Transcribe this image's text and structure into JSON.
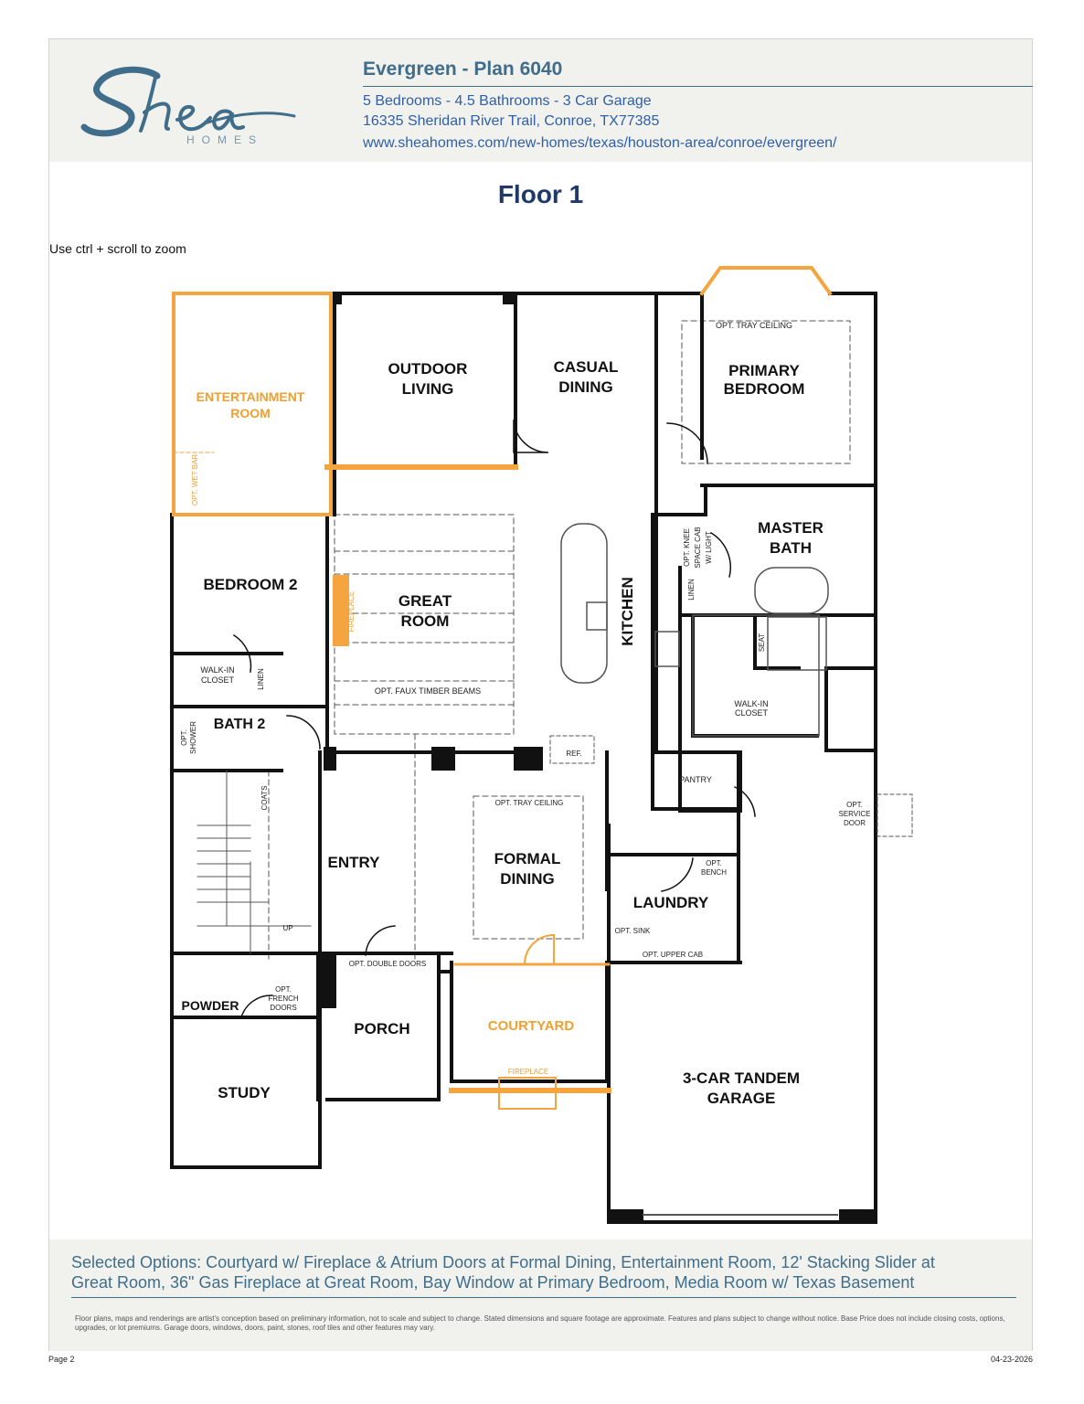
{
  "brand": {
    "name": "Shea",
    "sub": "HOMES",
    "color": "#3f6d8a"
  },
  "header": {
    "title": "Evergreen - Plan 6040",
    "specs": "5 Bedrooms - 4.5 Bathrooms - 3 Car Garage",
    "address": "16335 Sheridan River Trail, Conroe, TX77385",
    "url": "www.sheahomes.com/new-homes/texas/houston-area/conroe/evergreen/"
  },
  "floor_title": "Floor 1",
  "zoom_hint": "Use ctrl + scroll to zoom",
  "plan": {
    "colors": {
      "wall": "#111111",
      "option": "#f4a540",
      "option_text": "#f0a030"
    },
    "rooms": {
      "entertainment_1": "ENTERTAINMENT",
      "entertainment_2": "ROOM",
      "opt_wet_bar": "OPT. WET BAR",
      "outdoor_1": "OUTDOOR",
      "outdoor_2": "LIVING",
      "casual_1": "CASUAL",
      "casual_2": "DINING",
      "primary_1": "PRIMARY",
      "primary_2": "BEDROOM",
      "opt_tray_ceiling_primary": "OPT. TRAY CEILING",
      "bedroom2": "BEDROOM 2",
      "great_1": "GREAT",
      "great_2": "ROOM",
      "fireplace_great": "FIREPLACE",
      "faux_beams": "OPT. FAUX TIMBER BEAMS",
      "kitchen": "KITCHEN",
      "master_1": "MASTER",
      "master_2": "BATH",
      "knee_1": "OPT. KNEE",
      "knee_2": "SPACE CAB",
      "knee_3": "W/ LIGHT",
      "linen_master": "LINEN",
      "seat": "SEAT",
      "walkin_master_1": "WALK-IN",
      "walkin_master_2": "CLOSET",
      "walkin_bed2_1": "WALK-IN",
      "walkin_bed2_2": "CLOSET",
      "linen_bed2": "LINEN",
      "bath2": "BATH 2",
      "opt_shower_1": "OPT.",
      "opt_shower_2": "SHOWER",
      "ref": "REF.",
      "pantry": "PANTRY",
      "service_1": "OPT.",
      "service_2": "SERVICE",
      "service_3": "DOOR",
      "coats": "COATS",
      "entry": "ENTRY",
      "up": "UP",
      "opt_tray_ceiling_formal": "OPT. TRAY CEILING",
      "formal_1": "FORMAL",
      "formal_2": "DINING",
      "opt_bench_1": "OPT.",
      "opt_bench_2": "BENCH",
      "laundry": "LAUNDRY",
      "opt_sink": "OPT. SINK",
      "opt_upper_cab": "OPT. UPPER CAB",
      "opt_double_doors": "OPT. DOUBLE DOORS",
      "powder": "POWDER",
      "french_1": "OPT.",
      "french_2": "FRENCH",
      "french_3": "DOORS",
      "porch": "PORCH",
      "courtyard": "COURTYARD",
      "fireplace_courtyard": "FIREPLACE",
      "study": "STUDY",
      "garage_1": "3-CAR TANDEM",
      "garage_2": "GARAGE"
    }
  },
  "footer": {
    "options_1": "Selected Options: Courtyard w/ Fireplace & Atrium Doors at Formal Dining, Entertainment Room, 12' Stacking Slider at",
    "options_2": "Great Room, 36\" Gas Fireplace at Great Room, Bay Window at Primary Bedroom, Media Room w/ Texas Basement",
    "disclaimer": "Floor plans, maps and renderings are artist's conception based on preliminary information, not to scale and subject to change. Stated dimensions and square footage are approximate. Features and plans subject to change without notice. Base Price does not include closing costs, options, upgrades, or lot premiums. Garage doors, windows, doors, paint, stones, roof tiles and other features may vary."
  },
  "page": {
    "number": "Page 2",
    "date": "04-23-2026"
  }
}
